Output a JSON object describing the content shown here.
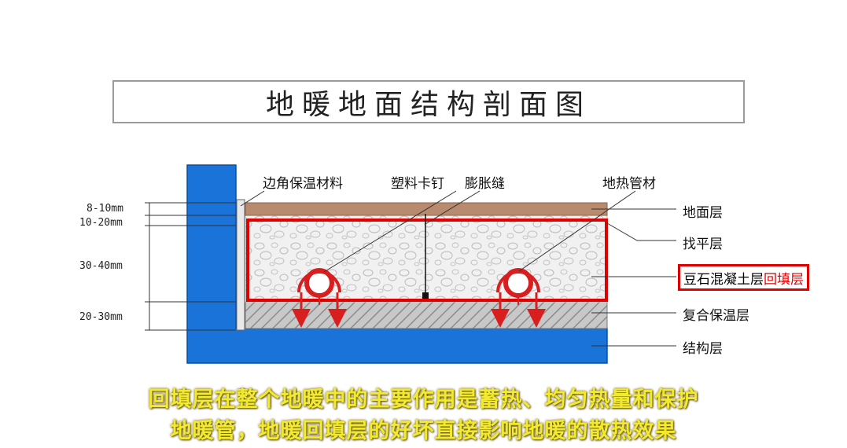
{
  "title": "地暖地面结构剖面图",
  "dimensions": [
    "8-10mm",
    "10-20mm",
    "30-40mm",
    "20-30mm"
  ],
  "top_labels": {
    "edge_insulation": "边角保温材料",
    "plastic_clip": "塑料卡钉",
    "expansion_joint": "膨胀缝",
    "heating_pipe": "地热管材"
  },
  "layer_labels": {
    "floor_layer": "地面层",
    "leveling_layer": "找平层",
    "concrete_layer": "豆石混凝土层",
    "backfill_highlight": "回填层",
    "insulation_layer": "复合保温层",
    "structural_layer": "结构层"
  },
  "caption": {
    "line1": "回填层在整个地暖中的主要作用是蓄热、均匀热量和保护",
    "line2": "地暖管，地暖回填层的好坏直接影响地暖的散热效果"
  },
  "colors": {
    "structure_blue": "#1a73d9",
    "floor_brown": "#b88a6e",
    "highlight_red": "#e00000",
    "caption_yellow": "#f2ea2e"
  }
}
